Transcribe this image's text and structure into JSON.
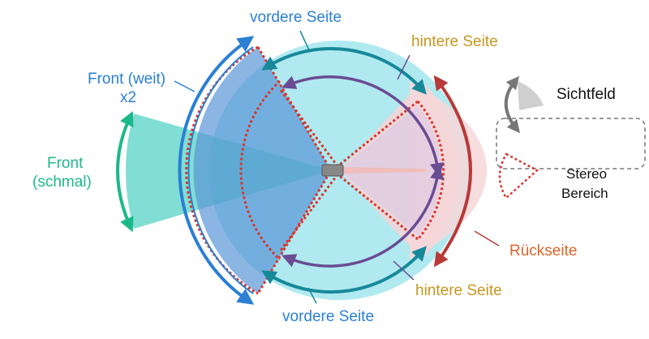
{
  "labels": {
    "vordere_seite_top": "vordere Seite",
    "hintere_seite_top": "hintere Seite",
    "front_weit_line1": "Front (weit)",
    "front_weit_line2": "x2",
    "front_schmal_line1": "Front",
    "front_schmal_line2": "(schmal)",
    "rueckseite": "Rückseite",
    "hintere_seite_bottom": "hintere Seite",
    "vordere_seite_bottom": "vordere Seite"
  },
  "legend": {
    "sichtfeld": "Sichtfeld",
    "stereo_line1": "Stereo",
    "stereo_line2": "Bereich"
  },
  "colors": {
    "front_weit": "#2b7fd4",
    "front_schmal": "#1db88a",
    "vordere_seite": "#17899a",
    "hintere_seite": "#6a4c93",
    "rueckseite": "#b83a3a",
    "stereo": "#d9342b",
    "label_hintere": "#c8961e",
    "label_rueck": "#d9652b"
  }
}
